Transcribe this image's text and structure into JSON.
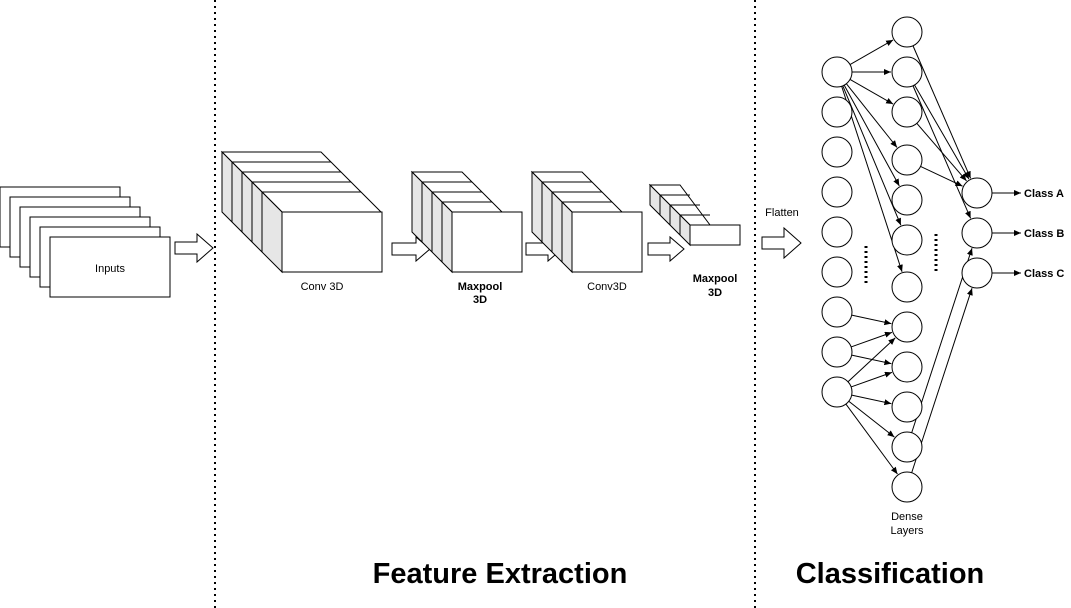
{
  "labels": {
    "inputs": "Inputs",
    "conv3d_1": "Conv 3D",
    "maxpool1_line1": "Maxpool",
    "maxpool1_line2": "3D",
    "conv3d_2": "Conv3D",
    "maxpool2_line1": "Maxpool",
    "maxpool2_line2": "3D",
    "flatten": "Flatten",
    "dense_line1": "Dense",
    "dense_line2": "Layers"
  },
  "classes": [
    "Class A",
    "Class B",
    "Class C"
  ],
  "sections": {
    "feature_extraction": "Feature Extraction",
    "classification": "Classification"
  },
  "colors": {
    "line": "#000000",
    "face_front": "#ffffff",
    "face_side": "#e6e6e6",
    "background": "#ffffff"
  }
}
